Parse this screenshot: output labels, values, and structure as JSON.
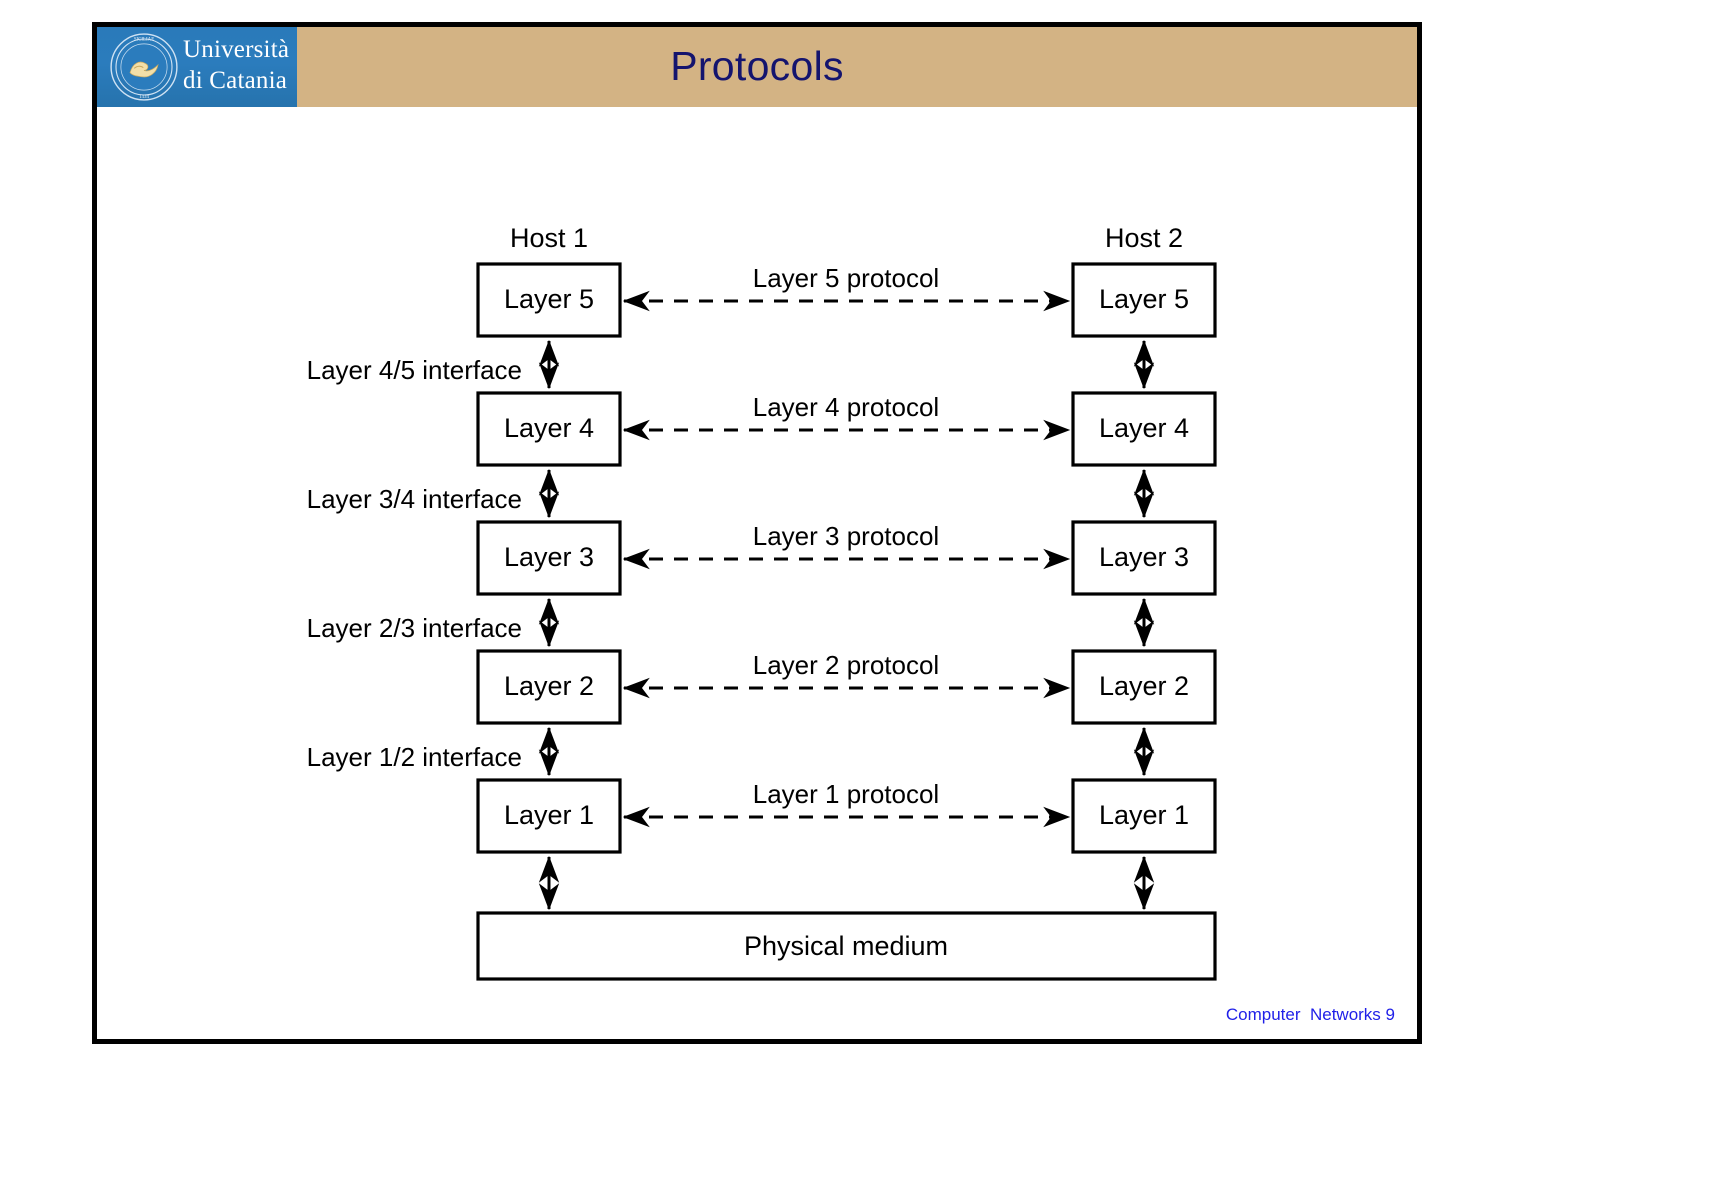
{
  "slide": {
    "title": "Protocols",
    "title_color": "#14146e",
    "header_bg": "#d3b384",
    "footer": "Computer  Networks 9",
    "footer_color": "#1f1fe8",
    "border_color": "#000000"
  },
  "logo": {
    "name": "universita-di-catania-logo",
    "line1": "Università",
    "line2": "di Catania",
    "seal_top_text": "SICILIAE STVDIVM GENERALE",
    "seal_year": "1434",
    "bg_color": "#2b7cbd",
    "text_color": "#ffffff"
  },
  "diagram": {
    "type": "layered-protocol-stack",
    "hosts": [
      {
        "id": "host1",
        "label": "Host 1"
      },
      {
        "id": "host2",
        "label": "Host 2"
      }
    ],
    "layers": [
      {
        "n": 5,
        "label": "Layer 5",
        "protocol": "Layer 5 protocol",
        "interface_below": "Layer 4/5 interface"
      },
      {
        "n": 4,
        "label": "Layer 4",
        "protocol": "Layer 4 protocol",
        "interface_below": "Layer 3/4 interface"
      },
      {
        "n": 3,
        "label": "Layer 3",
        "protocol": "Layer 3 protocol",
        "interface_below": "Layer 2/3 interface"
      },
      {
        "n": 2,
        "label": "Layer 2",
        "protocol": "Layer 2 protocol",
        "interface_below": "Layer 1/2 interface"
      },
      {
        "n": 1,
        "label": "Layer 1",
        "protocol": "Layer 1 protocol",
        "interface_below": ""
      }
    ],
    "medium": {
      "label": "Physical medium"
    },
    "notes": {
      "protocol_link_style": "dashed, double-headed horizontal",
      "interface_link_style": "solid, double-headed vertical",
      "interface_labels_side": "left of Host 1 column"
    }
  }
}
